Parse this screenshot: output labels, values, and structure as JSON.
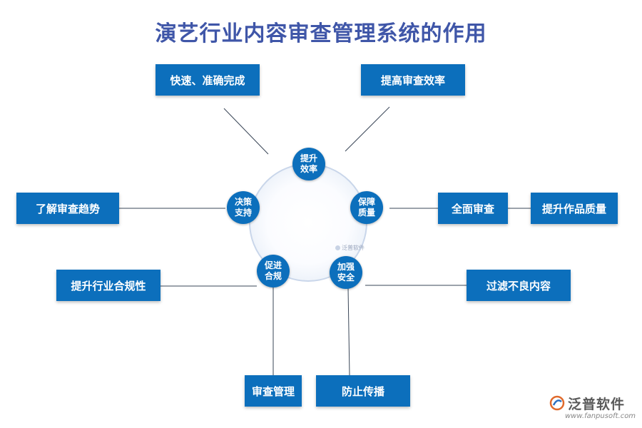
{
  "title": "演艺行业内容审查管理系统的作用",
  "center_watermark": "泛普软件",
  "nodes": {
    "top": "提升效率",
    "right": "保障质量",
    "bottom_right": "加强安全",
    "bottom_left": "促进合规",
    "left": "决策支持"
  },
  "boxes": {
    "fast_accurate": "快速、准确完成",
    "improve_review": "提高审查效率",
    "comprehensive_review": "全面审查",
    "improve_quality": "提升作品质量",
    "filter_bad": "过滤不良内容",
    "prevent_spread": "防止传播",
    "review_mgmt": "审查管理",
    "industry_compliance": "提升行业合规性",
    "understand_trends": "了解审查趋势"
  },
  "brand": {
    "name": "泛普软件",
    "url": "www.fanpusoft.com"
  },
  "colors": {
    "primary": "#0c6fbc",
    "title": "#3f56a8",
    "ring": "#c9d6ea",
    "line": "#3a4657"
  }
}
